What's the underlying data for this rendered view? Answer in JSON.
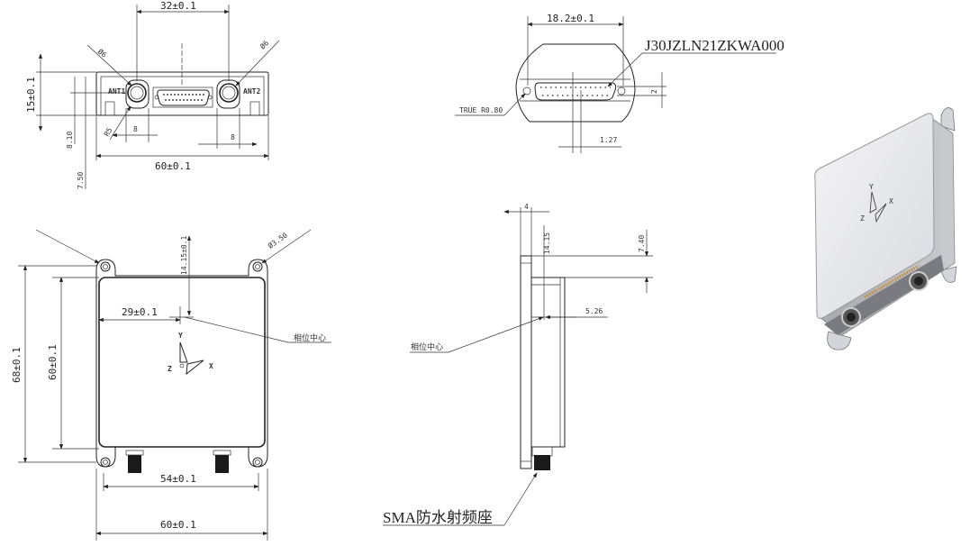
{
  "top_view": {
    "dim_antenna_spacing": "32±0.1",
    "dim_height": "15±0.1",
    "dim_8_10": "8.10",
    "dim_7_50": "7.50",
    "dim_width": "60±0.1",
    "dim_dia_left": "Ø6",
    "dim_dia_right": "Ø6",
    "dim_radius": "R5",
    "dim_8_left": "8",
    "dim_8_right": "8",
    "ant1_label": "ANT1",
    "ant2_label": "ANT2"
  },
  "connector_view": {
    "dim_width": "18.2±0.1",
    "part_number": "J30JZLN21ZKWA000",
    "true_radius": "TRUE R0.80",
    "dim_pitch": "1.27",
    "dim_row": "2"
  },
  "front_view": {
    "dim_overall_height": "68±0.1",
    "dim_body_height": "60±0.1",
    "dim_phase_x": "29±0.1",
    "dim_phase_y": "14.15±0.1",
    "dim_hole": "Ø3.50",
    "phase_center_label": "相位中心",
    "axis_x": "X",
    "axis_y": "Y",
    "axis_z": "Z",
    "dim_sma_spacing": "54±0.1",
    "dim_width": "60±0.1"
  },
  "side_view": {
    "dim_flange": "4",
    "dim_14_15": "14.15",
    "dim_7_40": "7.40",
    "dim_5_26": "5.26",
    "phase_center_label": "相位中心",
    "sma_label": "SMA防水射频座"
  },
  "iso_view": {
    "axis_x": "X",
    "axis_y": "Y",
    "axis_z": "Z"
  }
}
